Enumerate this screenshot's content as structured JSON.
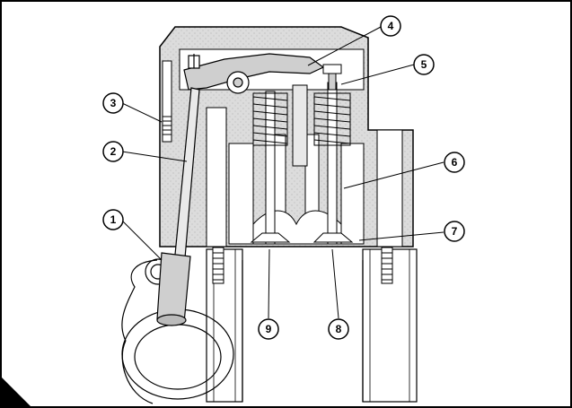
{
  "callouts": [
    {
      "id": "1",
      "label": "1"
    },
    {
      "id": "2",
      "label": "2"
    },
    {
      "id": "3",
      "label": "3"
    },
    {
      "id": "4",
      "label": "4"
    },
    {
      "id": "5",
      "label": "5"
    },
    {
      "id": "6",
      "label": "6"
    },
    {
      "id": "7",
      "label": "7"
    },
    {
      "id": "8",
      "label": "8"
    },
    {
      "id": "9",
      "label": "9"
    }
  ],
  "colors": {
    "frame": "#000000",
    "casting": "#d9d9d9",
    "cavity": "#ffffff",
    "line": "#000000"
  }
}
